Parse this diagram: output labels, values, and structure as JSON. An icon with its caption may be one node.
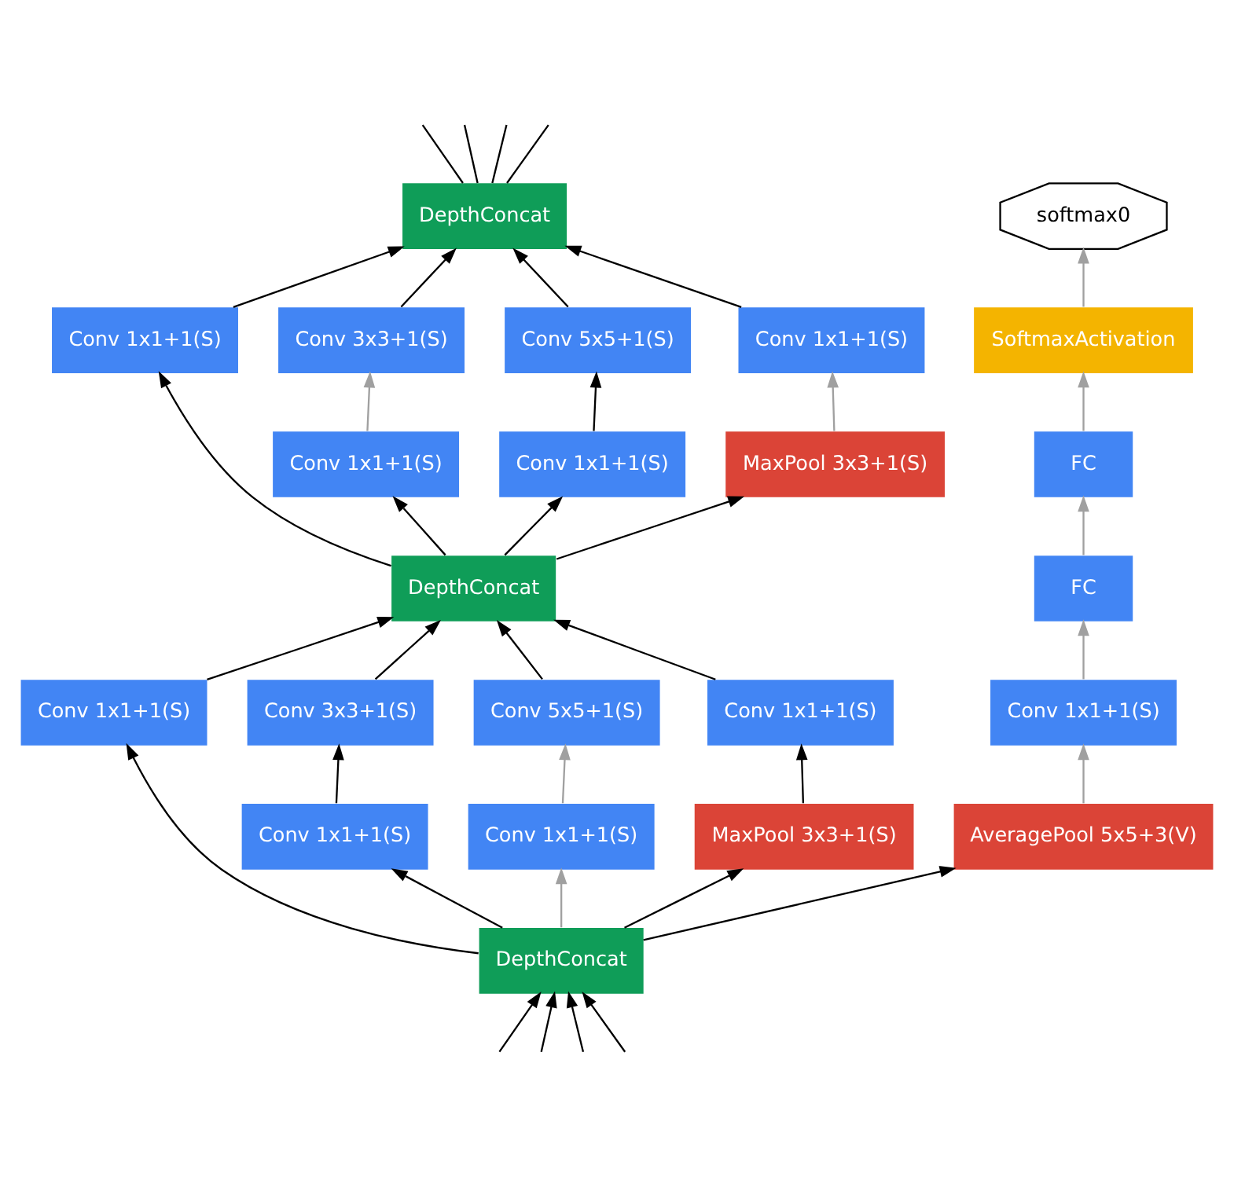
{
  "diagram": {
    "nodes": [
      {
        "text": [
          "DepthConcat"
        ]
      },
      {
        "text": [
          "softmax0"
        ]
      },
      {
        "text": [
          "Conv 1x1+1(S)"
        ]
      },
      {
        "text": [
          "Conv 3x3+1(S)"
        ]
      },
      {
        "text": [
          "Conv 5x5+1(S)"
        ]
      },
      {
        "text": [
          "Conv 1x1+1(S)"
        ]
      },
      {
        "text": [
          "SoftmaxActivation"
        ]
      },
      {
        "text": [
          "Conv 1x1+1(S)"
        ]
      },
      {
        "text": [
          "Conv 1x1+1(S)"
        ]
      },
      {
        "text": [
          "MaxPool 3x3+1(S)"
        ]
      },
      {
        "text": [
          "FC"
        ]
      },
      {
        "text": [
          "DepthConcat"
        ]
      },
      {
        "text": [
          "FC"
        ]
      },
      {
        "text": [
          "Conv 1x1+1(S)"
        ]
      },
      {
        "text": [
          "Conv 3x3+1(S)"
        ]
      },
      {
        "text": [
          "Conv 5x5+1(S)"
        ]
      },
      {
        "text": [
          "Conv 1x1+1(S)"
        ]
      },
      {
        "text": [
          "Conv 1x1+1(S)"
        ]
      },
      {
        "text": [
          "Conv 1x1+1(S)"
        ]
      },
      {
        "text": [
          "Conv 1x1+1(S)"
        ]
      },
      {
        "text": [
          "MaxPool 3x3+1(S)"
        ]
      },
      {
        "text": [
          "AveragePool 5x5+3(V)"
        ]
      },
      {
        "text": [
          "DepthConcat"
        ]
      }
    ],
    "edges": [
      {
        "from": 0,
        "to": null,
        "arrow": "none"
      },
      {
        "from": 0,
        "to": null,
        "arrow": "none"
      },
      {
        "from": 0,
        "to": null,
        "arrow": "none"
      },
      {
        "from": 0,
        "to": null,
        "arrow": "none"
      },
      {
        "from": 2,
        "to": 0,
        "arrow": "to"
      },
      {
        "from": 3,
        "to": 0,
        "arrow": "to"
      },
      {
        "from": 4,
        "to": 0,
        "arrow": "to"
      },
      {
        "from": 5,
        "to": 0,
        "arrow": "to"
      },
      {
        "from": 6,
        "to": 1,
        "arrow": "to",
        "color": "#a0a0a0"
      },
      {
        "from": 7,
        "to": 3,
        "arrow": "to",
        "color": "#a0a0a0"
      },
      {
        "from": 8,
        "to": 4,
        "arrow": "to"
      },
      {
        "from": 9,
        "to": 5,
        "arrow": "to",
        "color": "#a0a0a0"
      },
      {
        "from": 10,
        "to": 6,
        "arrow": "to",
        "color": "#a0a0a0"
      },
      {
        "from": 11,
        "to": 2,
        "arrow": "to"
      },
      {
        "from": 11,
        "to": 7,
        "arrow": "to"
      },
      {
        "from": 11,
        "to": 8,
        "arrow": "to"
      },
      {
        "from": 11,
        "to": 9,
        "arrow": "to"
      },
      {
        "from": 12,
        "to": 10,
        "arrow": "to",
        "color": "#a0a0a0"
      },
      {
        "from": 13,
        "to": 11,
        "arrow": "to"
      },
      {
        "from": 14,
        "to": 11,
        "arrow": "to"
      },
      {
        "from": 15,
        "to": 11,
        "arrow": "to"
      },
      {
        "from": 16,
        "to": 11,
        "arrow": "to"
      },
      {
        "from": 17,
        "to": 12,
        "arrow": "to",
        "color": "#a0a0a0"
      },
      {
        "from": 18,
        "to": 14,
        "arrow": "to"
      },
      {
        "from": 19,
        "to": 15,
        "arrow": "to",
        "color": "#a0a0a0"
      },
      {
        "from": 20,
        "to": 16,
        "arrow": "to"
      },
      {
        "from": 21,
        "to": 17,
        "arrow": "to",
        "color": "#a0a0a0"
      },
      {
        "from": 22,
        "to": 13,
        "arrow": "to"
      },
      {
        "from": 22,
        "to": 18,
        "arrow": "to"
      },
      {
        "from": 22,
        "to": 19,
        "arrow": "to",
        "color": "#a0a0a0"
      },
      {
        "from": 22,
        "to": 20,
        "arrow": "to"
      },
      {
        "from": 22,
        "to": 21,
        "arrow": "to"
      },
      {
        "from": null,
        "to": 22,
        "arrow": "to"
      },
      {
        "from": null,
        "to": 22,
        "arrow": "to"
      },
      {
        "from": null,
        "to": 22,
        "arrow": "to"
      },
      {
        "from": null,
        "to": 22,
        "arrow": "to"
      }
    ]
  }
}
